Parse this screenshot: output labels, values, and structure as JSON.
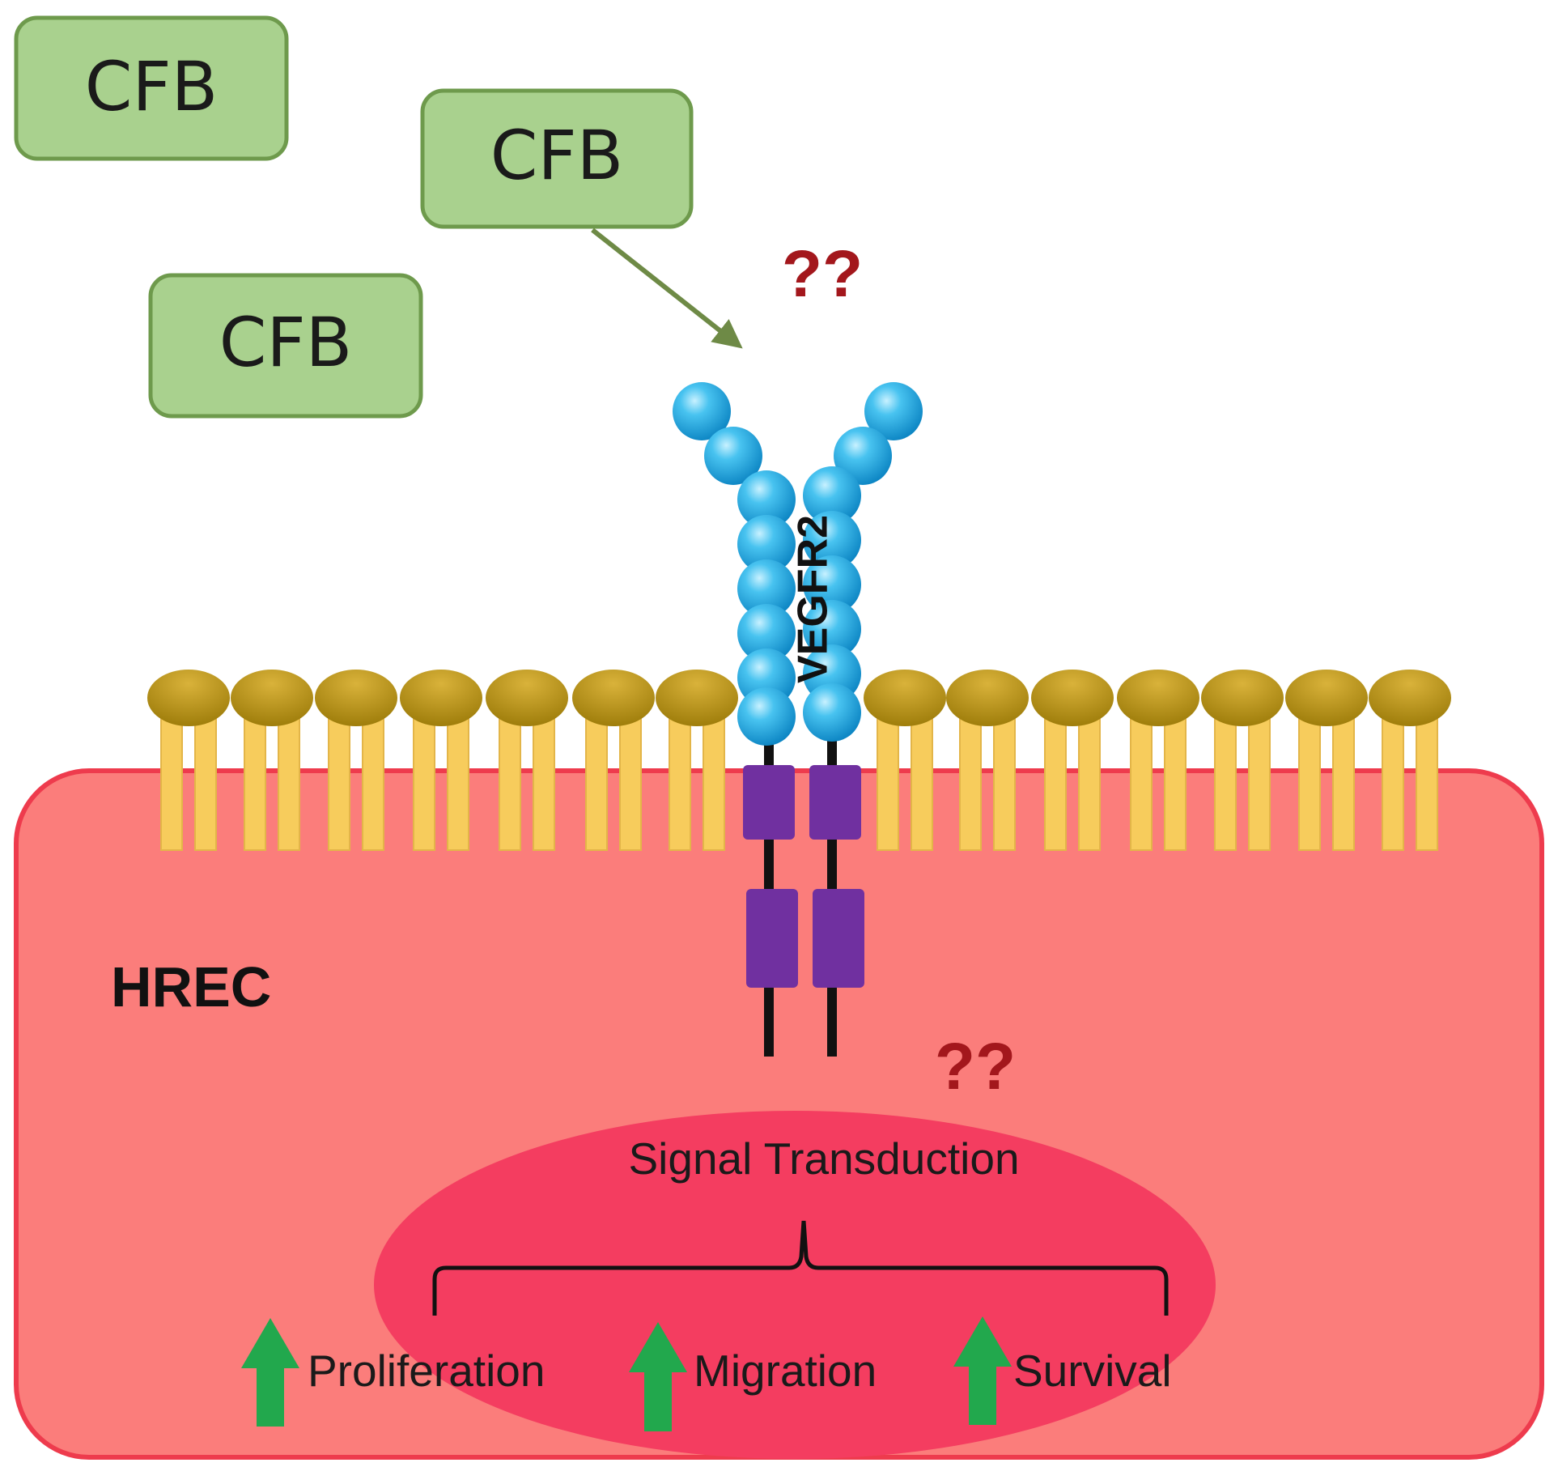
{
  "ligands": [
    {
      "label": "CFB"
    },
    {
      "label": "CFB"
    },
    {
      "label": "CFB"
    }
  ],
  "unknown_marks": {
    "extracellular": "??",
    "intracellular": "??"
  },
  "receptor": {
    "label": "VEGFR2"
  },
  "cell": {
    "label": "HREC"
  },
  "pathway": {
    "label": "Signal Transduction"
  },
  "outcomes": [
    {
      "label": "Proliferation",
      "icon": "up-arrow-icon"
    },
    {
      "label": "Migration",
      "icon": "up-arrow-icon"
    },
    {
      "label": "Survival",
      "icon": "up-arrow-icon"
    }
  ],
  "colors": {
    "ligand_fill": "#a9d18e",
    "ligand_border": "#6e9a4c",
    "cell_fill": "#fb7d7b",
    "cell_border": "#ee3b4d",
    "nucleus_fill": "#f43d60",
    "lipid_head": "#a8860f",
    "lipid_tail": "#f7cc5c",
    "receptor_bead": "#1fa6e2",
    "kinase": "#7030a0",
    "up_arrow": "#22a84d",
    "question": "#a3171c"
  }
}
